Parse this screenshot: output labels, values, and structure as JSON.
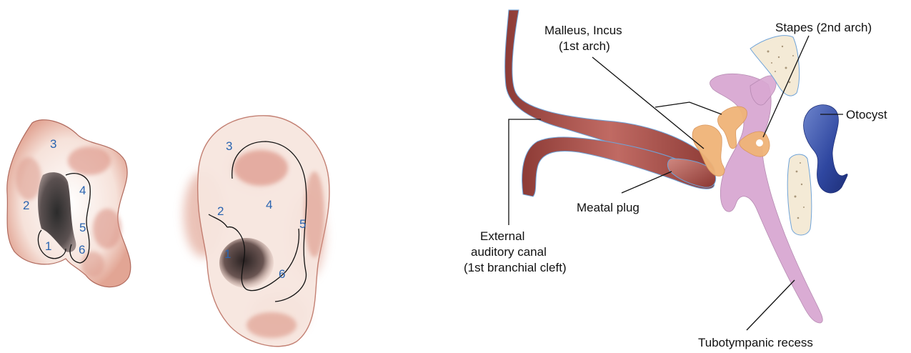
{
  "colors": {
    "number": "#2a64b0",
    "label": "#111111",
    "skin": "#e8b8a8",
    "canal": "#a8453f",
    "cartilage": "#d9a8d2",
    "ossicle": "#f0b478",
    "otocyst": "#2f47a0"
  },
  "hillock_numbers": [
    "3",
    "2",
    "4",
    "5",
    "1",
    "6"
  ],
  "auricle_numbers": [
    "3",
    "2",
    "4",
    "5",
    "1",
    "6"
  ],
  "labels": {
    "malleus_line1": "Malleus, Incus",
    "malleus_line2": "(1st arch)",
    "stapes": "Stapes (2nd arch)",
    "otocyst": "Otocyst",
    "meatal_plug": "Meatal plug",
    "canal_line1": "External",
    "canal_line2": "auditory canal",
    "canal_line3": "(1st branchial cleft)",
    "tubotympanic": "Tubotympanic recess"
  }
}
